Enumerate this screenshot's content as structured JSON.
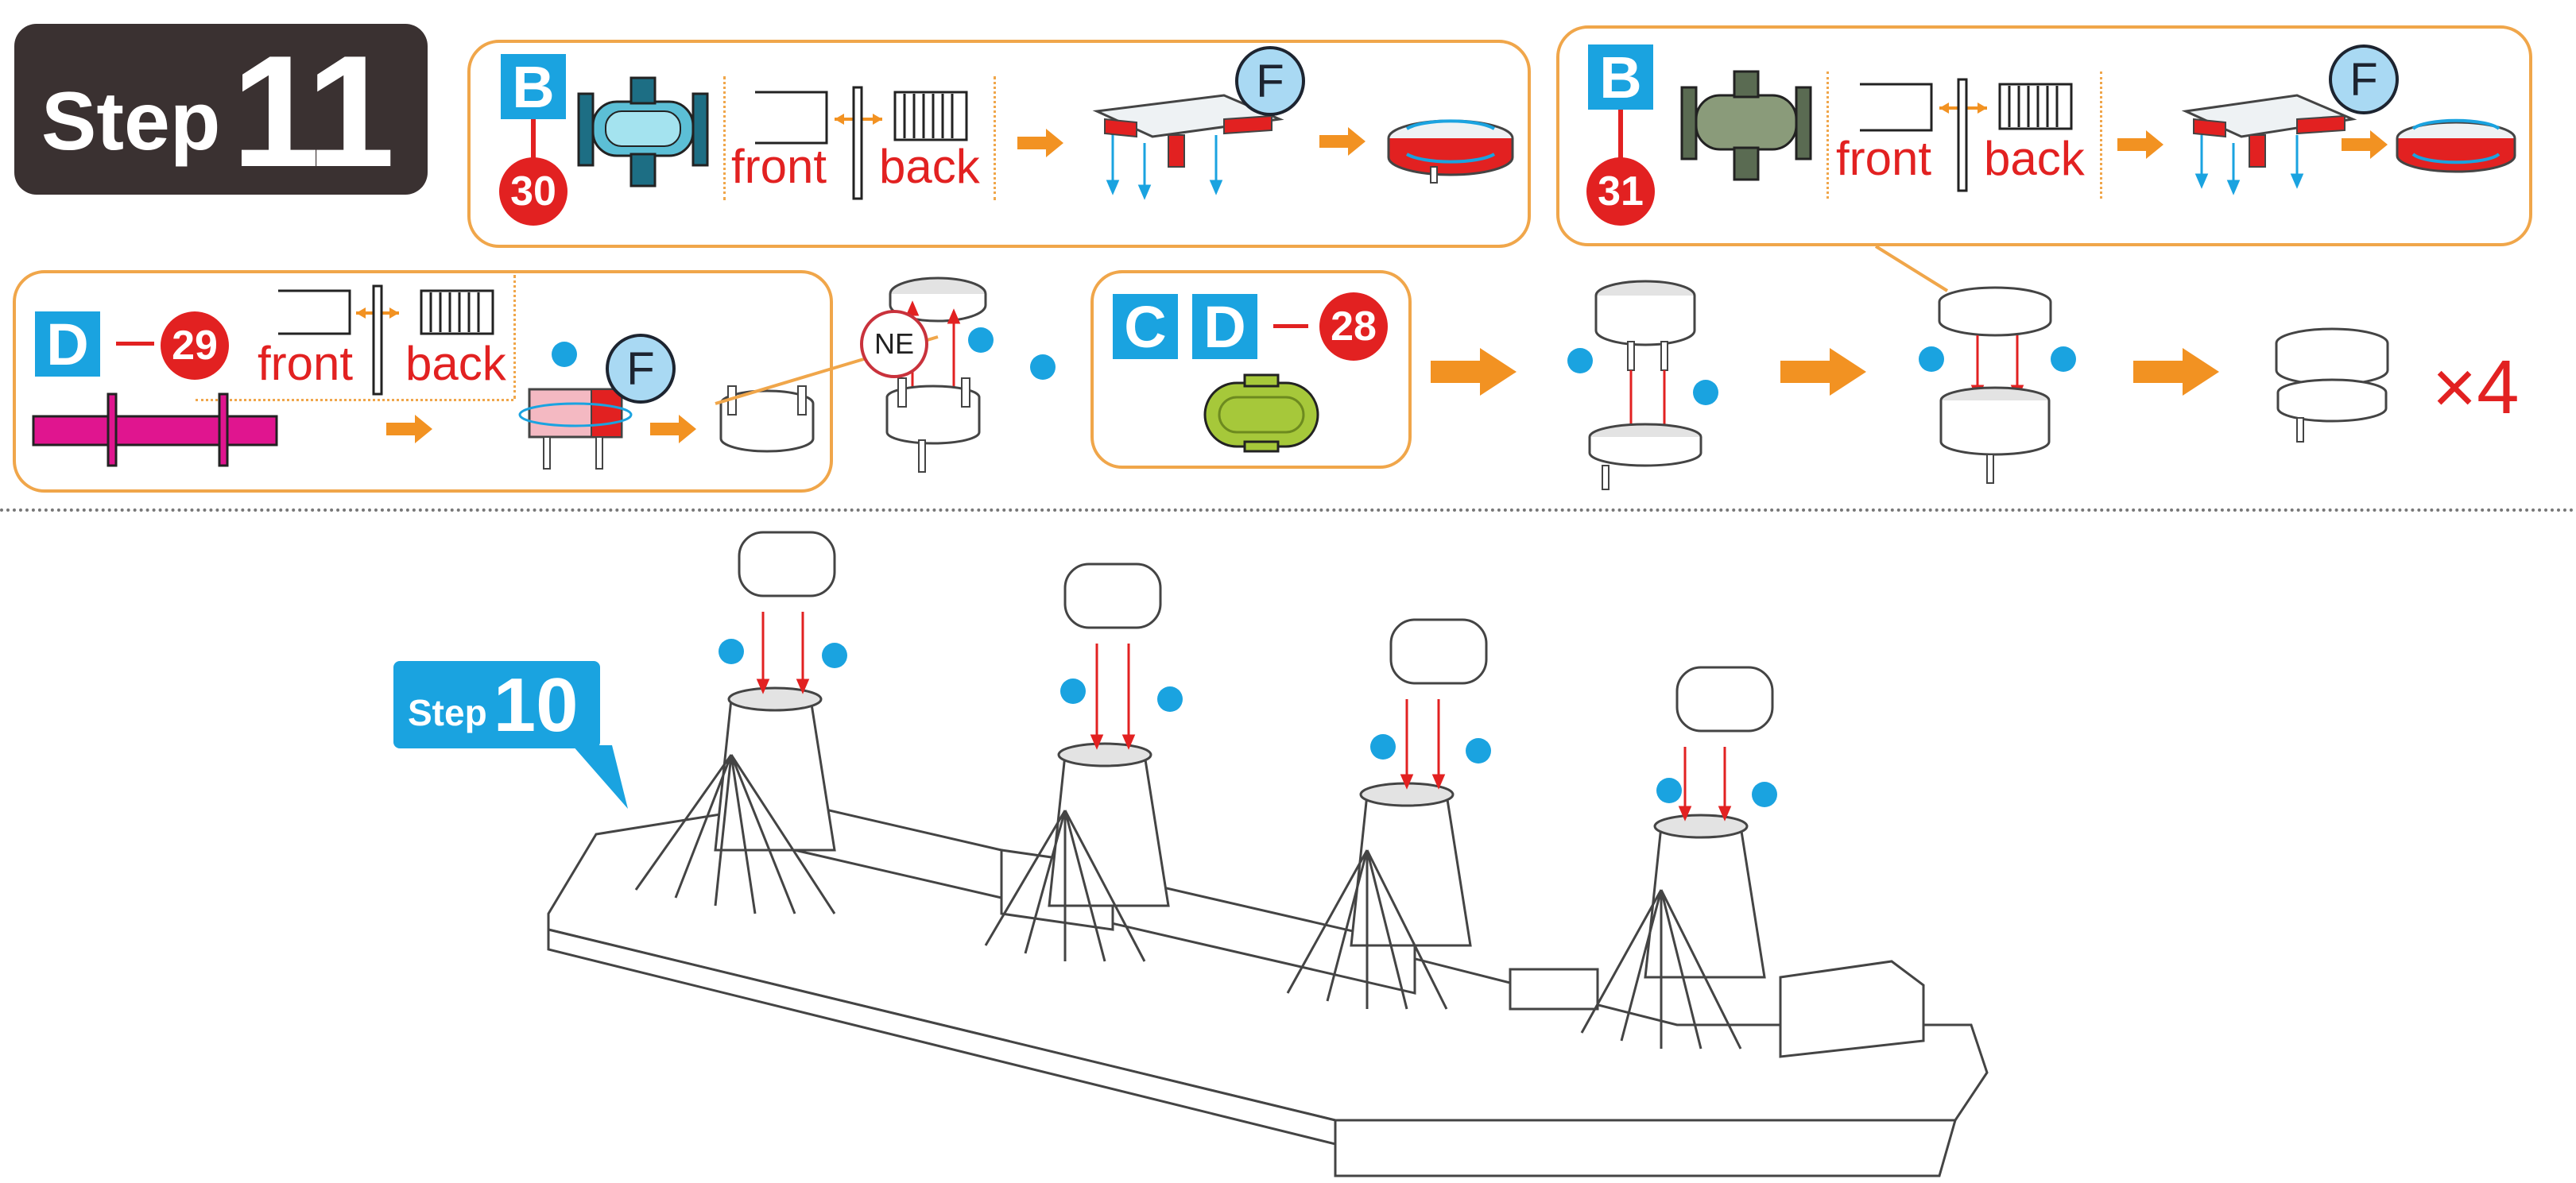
{
  "header": {
    "step_word": "Step",
    "step_number": "11"
  },
  "panel_b30": {
    "letter": "B",
    "part_number": "30",
    "front_label": "front",
    "back_label": "back",
    "bubble": "F"
  },
  "panel_b31": {
    "letter": "B",
    "part_number": "31",
    "front_label": "front",
    "back_label": "back",
    "bubble": "F"
  },
  "panel_d29": {
    "letter": "D",
    "part_number": "29",
    "front_label": "front",
    "back_label": "back",
    "bubble": "F"
  },
  "ne_label": "NE",
  "panel_cd28": {
    "letter_c": "C",
    "letter_d": "D",
    "part_number": "28"
  },
  "multiplier": "×4",
  "step10": {
    "step_word": "Step",
    "step_number": "10"
  },
  "colors": {
    "header_bg": "#3a3131",
    "accent_blue": "#1aa3e0",
    "accent_red": "#e22121",
    "panel_border": "#f0a64a",
    "arrow_orange": "#f29222",
    "magenta_part": "#e0158f",
    "lime_part": "#a6c83a",
    "teal_part": "#5cbfd6",
    "olive_part": "#8a9b7a"
  }
}
